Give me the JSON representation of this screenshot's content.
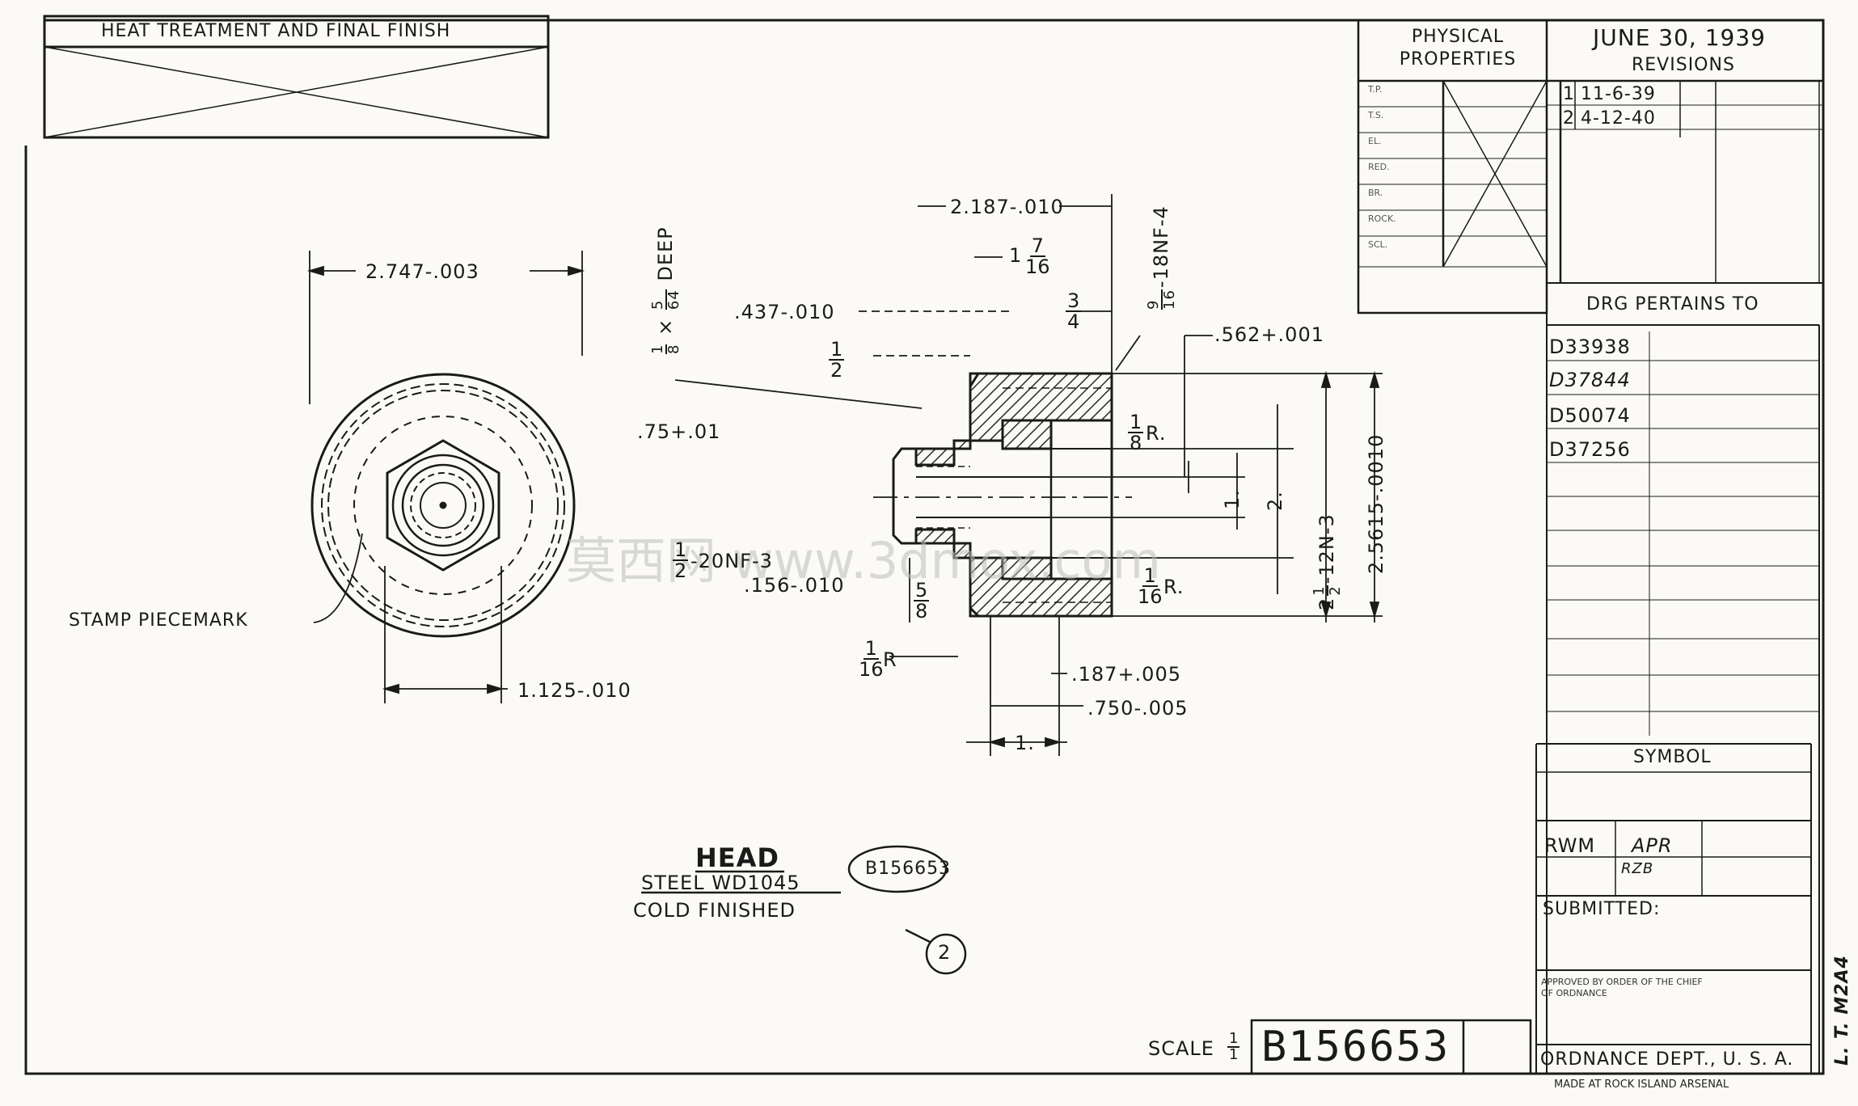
{
  "title_block": {
    "heat_treatment_header": "HEAT TREATMENT AND FINAL FINISH",
    "physical_properties_header": "PHYSICAL PROPERTIES",
    "physical_properties_rows": [
      "T.P.",
      "T.S.",
      "EL.",
      "RED.",
      "BR.",
      "ROCK.",
      "SCL."
    ],
    "date": "JUNE 30, 1939",
    "revisions_header": "REVISIONS",
    "revisions": [
      {
        "number": "1",
        "date": "11-6-39"
      },
      {
        "number": "2",
        "date": "4-12-40"
      }
    ],
    "pertains_header": "DRG PERTAINS TO",
    "pertains_list": [
      "D33938",
      "D37844",
      "D50074",
      "D37256"
    ],
    "symbol_header": "SYMBOL",
    "drawn_by": "RWM",
    "checked_by": "APR",
    "checked_initials": "RZB",
    "submitted_label": "SUBMITTED:",
    "approved_text": "APPROVED BY ORDER OF THE CHIEF OF ORDNANCE",
    "dept_text": "ORDNANCE DEPT., U. S. A.",
    "arsenal_text": "MADE AT ROCK ISLAND ARSENAL",
    "side_code": "L. T. M2A4",
    "scale_label": "SCALE",
    "scale_num": "1",
    "scale_den": "1",
    "drawing_number": "B156653"
  },
  "part": {
    "name": "HEAD",
    "material": "STEEL WD1045",
    "finish": "COLD FINISHED",
    "ref_number": "B156653",
    "item_number": "2",
    "stamp_note": "STAMP PIECEMARK"
  },
  "dimensions": {
    "d_2747": "2.747-.003",
    "d_1125": "1.125-.010",
    "d_2187": "2.187-.010",
    "d_437": ".437-.010",
    "d_75": ".75+.01",
    "d_562": ".562+.001",
    "d_156": ".156-.010",
    "d_187": ".187+.005",
    "d_750": ".750-.005",
    "d_1": "1.",
    "d_2": "2.",
    "d_1v": "1.",
    "d_2_5615": "2.5615-.0010",
    "thread_2_5": "-12N-3",
    "thread_9_16": "-18NF-4",
    "thread_1_2": "-20NF-3",
    "drill_note": "DEEP",
    "r_label": "R."
  },
  "watermark": "莫西网 www.3dmox.com",
  "colors": {
    "ink": "#1a1a1a",
    "paper": "#fbfaf6",
    "hatch": "#2a2a2a"
  }
}
